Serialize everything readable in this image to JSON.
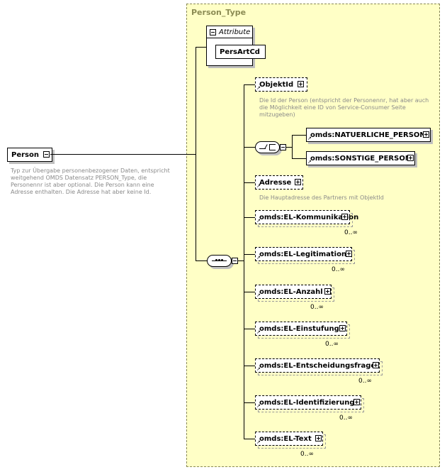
{
  "root": {
    "name": "Person",
    "description": "Typ zur Übergabe personenbezogener Daten, entspricht weitgehend OMDS Datensatz PERSON_Type, die Personennr ist aber optional. Die Person kann eine Adresse enthalten. Die Adresse hat aber keine Id."
  },
  "type_name": "Person_Type",
  "attributes": {
    "header": "Attribute",
    "items": [
      "PersArtCd"
    ]
  },
  "elements": [
    {
      "name": "ObjektId",
      "description": "Die Id der Person (entspricht der Personennr, hat aber auch die Möglichkeit eine ID von Service-Consumer Seite mitzugeben)"
    },
    {
      "name": "Adresse",
      "description": "Die Hauptadresse des Partners mit ObjektId"
    },
    {
      "name": "omds:EL-Kommunikation",
      "occurrence": "0..∞"
    },
    {
      "name": "omds:EL-Legitimation",
      "occurrence": "0..∞"
    },
    {
      "name": "omds:EL-Anzahl",
      "occurrence": "0..∞"
    },
    {
      "name": "omds:EL-Einstufung",
      "occurrence": "0..∞"
    },
    {
      "name": "omds:EL-Entscheidungsfrage",
      "occurrence": "0..∞"
    },
    {
      "name": "omds:EL-Identifizierung",
      "occurrence": "0..∞"
    },
    {
      "name": "omds:EL-Text",
      "occurrence": "0..∞"
    }
  ],
  "choice": {
    "items": [
      "omds:NATUERLICHE_PERSON",
      "omds:SONSTIGE_PERSON"
    ]
  }
}
